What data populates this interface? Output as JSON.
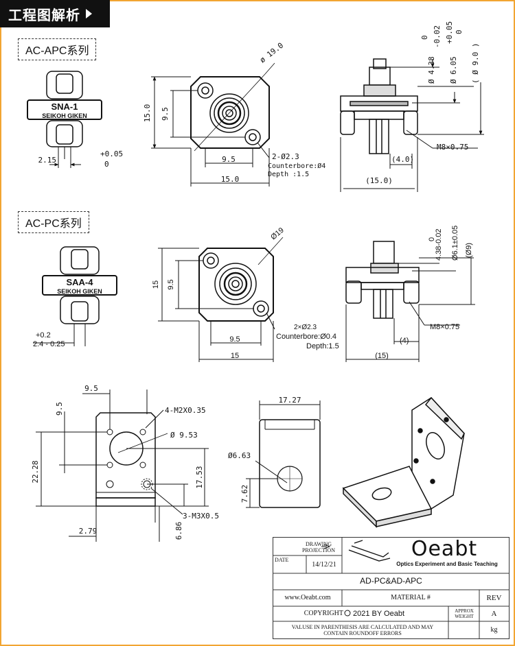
{
  "header": {
    "title": "工程图解析"
  },
  "sections": {
    "apc_label": "AC-APC系列",
    "pc_label": "AC-PC系列"
  },
  "apc": {
    "body_label": "SNA-1",
    "brand": "SEIKOH GIKEN",
    "dim_tol_top": "+0.05",
    "dim_tol_bottom": "0",
    "dim_len": "2.15",
    "dia_flange": "ø 19.0",
    "dim_h15": "15.0",
    "dim_h95": "9.5",
    "dim_w95": "9.5",
    "dim_w15": "15.0",
    "holes": "2-Ø2.3",
    "counterbore": "Counterbore:Ø4",
    "depth": "Depth    :1.5",
    "side_dims": [
      "Ø 4.38",
      "0",
      "-0.02",
      "Ø 6.05",
      "+0.05",
      "0",
      "( Ø 9.0 )"
    ],
    "thread": "M8×0.75",
    "dim_4": "(4.0)",
    "dim_15": "(15.0)"
  },
  "pc": {
    "body_label": "SAA-4",
    "brand": "SEIKOH GIKEN",
    "tol1": "+0.2",
    "tol2": "2.4 - 0.25",
    "dia_flange": "Ø19",
    "dim_h15": "15",
    "dim_h95": "9.5",
    "dim_w95": "9.5",
    "dim_w15": "15",
    "holes": "2×Ø2.3",
    "counterbore": "Counterbore:Ø0.4",
    "depth": "Depth:1.5",
    "side_dims": [
      "0",
      "4.38-0.02",
      "Ø6.1±0.05",
      "(Ø9)"
    ],
    "thread": "M8×0.75",
    "dim_4": "(4)",
    "dim_15": "(15)"
  },
  "bracket": {
    "dim_95_top": "9.5",
    "dim_95_left": "9.5",
    "holes_m2": "4-M2X0.35",
    "dia_953": "Ø 9.53",
    "dim_2228": "22.28",
    "dim_1753": "17.53",
    "holes_m3": "3-M3X0.5",
    "dim_279": "2.79",
    "dim_686": "6.86",
    "dim_1727": "17.27",
    "dia_663": "Ø6.63",
    "dim_762": "7.62"
  },
  "title_block": {
    "drawing_projection": "DRAWING PROJECTION",
    "date_label": "DATE",
    "date_value": "14/12/21",
    "brand": "Oeabt",
    "brand_tag": "Optics Experiment and Basic Teaching",
    "part": "AD-PC&AD-APC",
    "website": "www.Oeabt.com",
    "material": "MATERIAL #",
    "rev_label": "REV",
    "rev_value": "A",
    "copyright_label": "COPYRIGHT",
    "copyright_value": "2021 BY Oeabt",
    "approx": "APPROX WEIGHT",
    "unit": "kg",
    "note": "VALUSE IN PARENTHESIS ARE CALCULATED AND MAY CONTAIN ROUNDOFF ERRORS"
  },
  "colors": {
    "border": "#f2a531",
    "ink": "#111111"
  }
}
